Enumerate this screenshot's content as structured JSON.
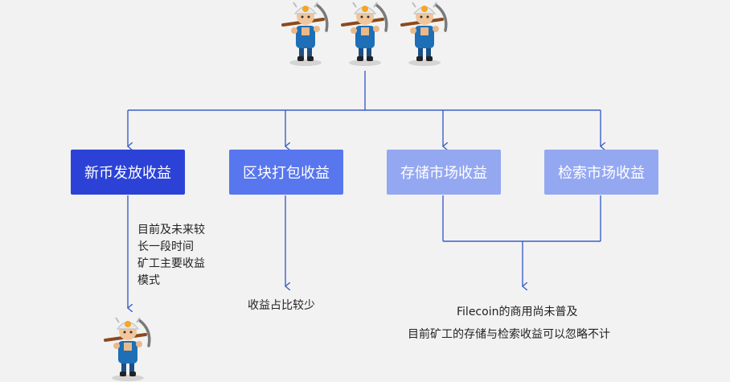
{
  "boxes": [
    {
      "label": "新币发放收益",
      "color": "#2c42d6"
    },
    {
      "label": "区块打包收益",
      "color": "#5876ee"
    },
    {
      "label": "存储市场收益",
      "color": "#94a8f1"
    },
    {
      "label": "检索市场收益",
      "color": "#94a8f1"
    }
  ],
  "notes": {
    "mining_lines": [
      "目前及未来较",
      "长一段时间",
      "矿工主要收益",
      "模式"
    ],
    "block_share": "收益占比较少",
    "filecoin_line1": "Filecoin的商用尚未普及",
    "filecoin_line2": "目前矿工的存储与检索收益可以忽略不计"
  },
  "colors": {
    "line": "#3b5fc8",
    "background": "#f2f2f2",
    "miner_body": "#1e6fb5",
    "helmet": "#e8e8e8",
    "lamp": "#f5a623"
  }
}
